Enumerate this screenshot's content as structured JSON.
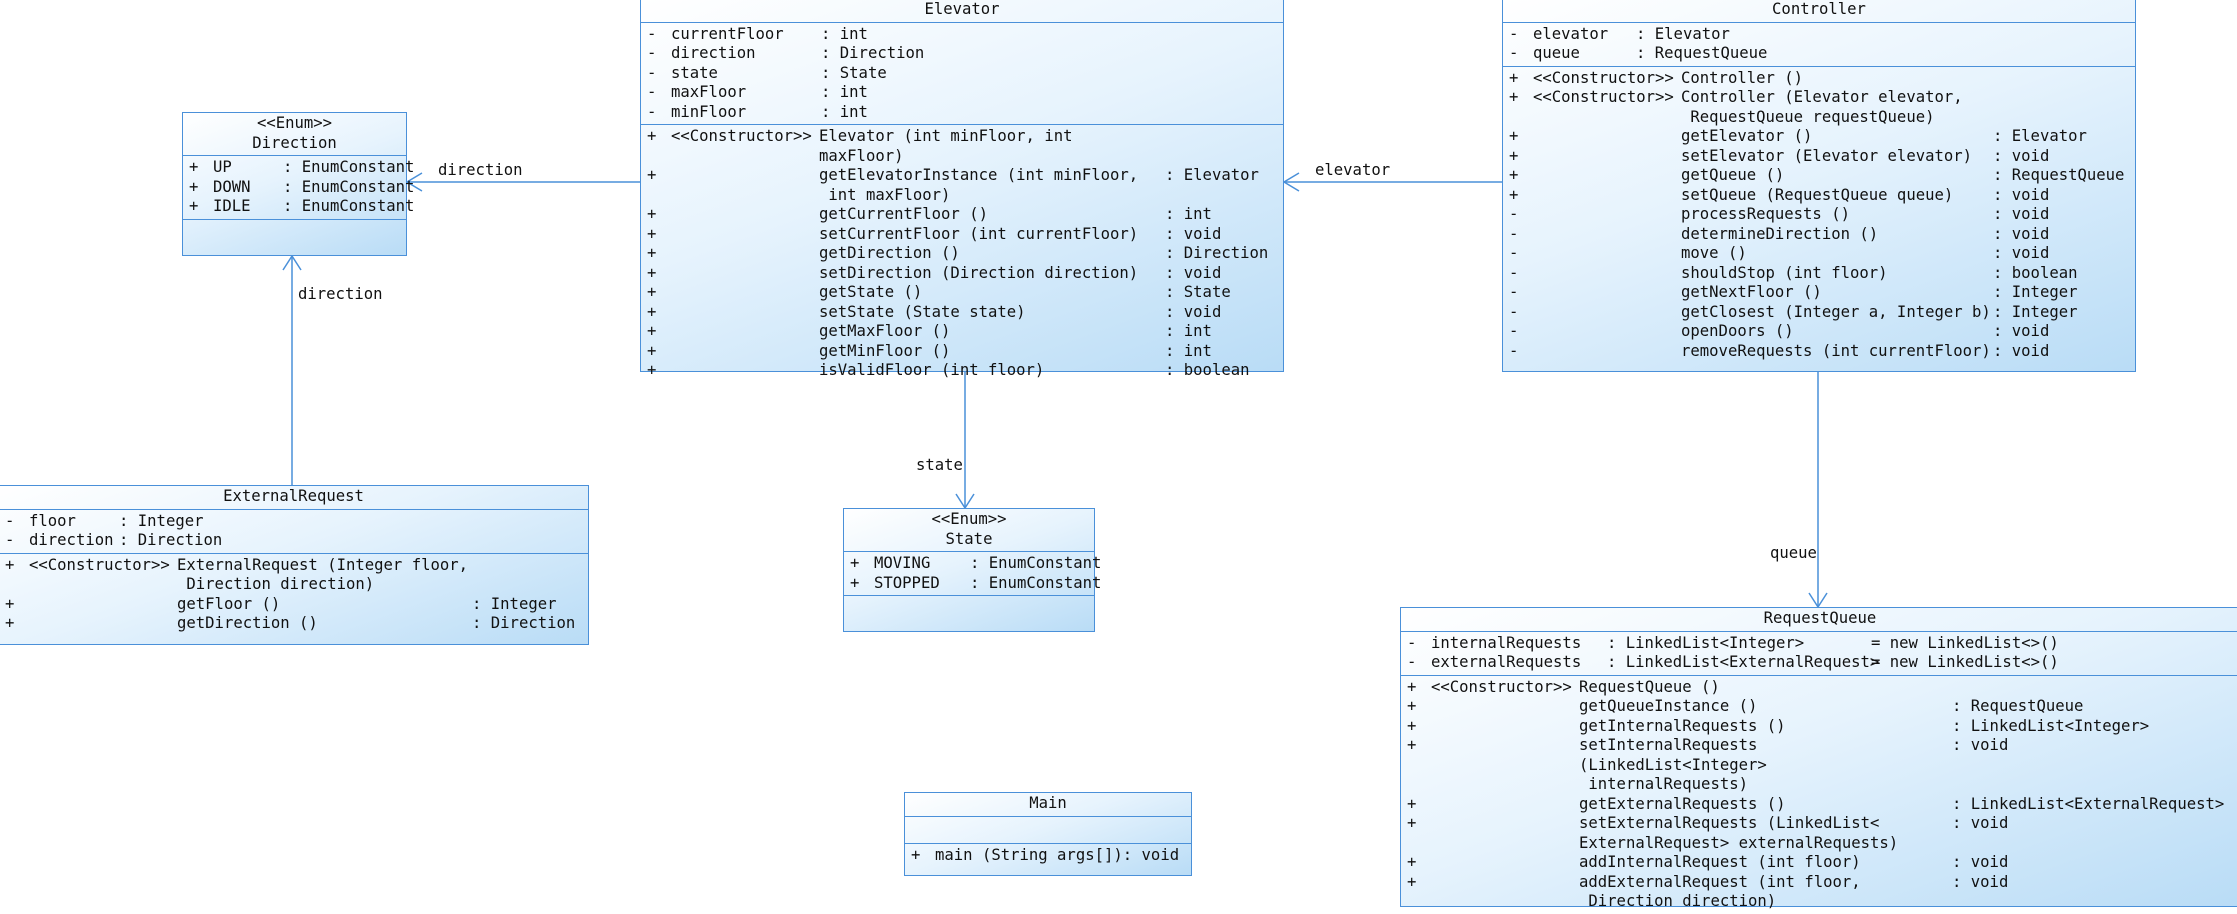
{
  "classes": {
    "elevator": {
      "name": "Elevator",
      "attributes": [
        {
          "vis": "-",
          "name": "currentFloor",
          "type": ": int"
        },
        {
          "vis": "-",
          "name": "direction",
          "type": ": Direction"
        },
        {
          "vis": "-",
          "name": "state",
          "type": ": State"
        },
        {
          "vis": "-",
          "name": "maxFloor",
          "type": ": int"
        },
        {
          "vis": "-",
          "name": "minFloor",
          "type": ": int"
        }
      ],
      "operations": [
        {
          "vis": "+",
          "st": "<<Constructor>>",
          "sig": "Elevator (int minFloor, int maxFloor)",
          "ret": ""
        },
        {
          "vis": "+",
          "st": "",
          "sig": "getElevatorInstance (int minFloor,\n int maxFloor)",
          "ret": ": Elevator"
        },
        {
          "vis": "+",
          "st": "",
          "sig": "getCurrentFloor ()",
          "ret": ": int"
        },
        {
          "vis": "+",
          "st": "",
          "sig": "setCurrentFloor (int currentFloor)",
          "ret": ": void"
        },
        {
          "vis": "+",
          "st": "",
          "sig": "getDirection ()",
          "ret": ": Direction"
        },
        {
          "vis": "+",
          "st": "",
          "sig": "setDirection (Direction direction)",
          "ret": ": void"
        },
        {
          "vis": "+",
          "st": "",
          "sig": "getState ()",
          "ret": ": State"
        },
        {
          "vis": "+",
          "st": "",
          "sig": "setState (State state)",
          "ret": ": void"
        },
        {
          "vis": "+",
          "st": "",
          "sig": "getMaxFloor ()",
          "ret": ": int"
        },
        {
          "vis": "+",
          "st": "",
          "sig": "getMinFloor ()",
          "ret": ": int"
        },
        {
          "vis": "+",
          "st": "",
          "sig": "isValidFloor (int floor)",
          "ret": ": boolean"
        }
      ]
    },
    "controller": {
      "name": "Controller",
      "attributes": [
        {
          "vis": "-",
          "name": "elevator",
          "type": ": Elevator"
        },
        {
          "vis": "-",
          "name": "queue",
          "type": ": RequestQueue"
        }
      ],
      "operations": [
        {
          "vis": "+",
          "st": "<<Constructor>>",
          "sig": "Controller ()",
          "ret": ""
        },
        {
          "vis": "+",
          "st": "<<Constructor>>",
          "sig": "Controller (Elevator elevator,\n RequestQueue requestQueue)",
          "ret": ""
        },
        {
          "vis": "+",
          "st": "",
          "sig": "getElevator ()",
          "ret": ": Elevator"
        },
        {
          "vis": "+",
          "st": "",
          "sig": "setElevator (Elevator elevator)",
          "ret": ": void"
        },
        {
          "vis": "+",
          "st": "",
          "sig": "getQueue ()",
          "ret": ": RequestQueue"
        },
        {
          "vis": "+",
          "st": "",
          "sig": "setQueue (RequestQueue queue)",
          "ret": ": void"
        },
        {
          "vis": "-",
          "st": "",
          "sig": "processRequests ()",
          "ret": ": void"
        },
        {
          "vis": "-",
          "st": "",
          "sig": "determineDirection ()",
          "ret": ": void"
        },
        {
          "vis": "-",
          "st": "",
          "sig": "move ()",
          "ret": ": void"
        },
        {
          "vis": "-",
          "st": "",
          "sig": "shouldStop (int floor)",
          "ret": ": boolean"
        },
        {
          "vis": "-",
          "st": "",
          "sig": "getNextFloor ()",
          "ret": ": Integer"
        },
        {
          "vis": "-",
          "st": "",
          "sig": "getClosest (Integer a, Integer b)",
          "ret": ": Integer"
        },
        {
          "vis": "-",
          "st": "",
          "sig": "openDoors ()",
          "ret": ": void"
        },
        {
          "vis": "-",
          "st": "",
          "sig": "removeRequests (int currentFloor)",
          "ret": ": void"
        }
      ]
    },
    "direction": {
      "stereotype": "<<Enum>>",
      "name": "Direction",
      "attributes": [
        {
          "vis": "+",
          "name": "UP",
          "type": ": EnumConstant"
        },
        {
          "vis": "+",
          "name": "DOWN",
          "type": ": EnumConstant"
        },
        {
          "vis": "+",
          "name": "IDLE",
          "type": ": EnumConstant"
        }
      ],
      "operations": []
    },
    "state": {
      "stereotype": "<<Enum>>",
      "name": "State",
      "attributes": [
        {
          "vis": "+",
          "name": "MOVING",
          "type": ": EnumConstant"
        },
        {
          "vis": "+",
          "name": "STOPPED",
          "type": ": EnumConstant"
        }
      ],
      "operations": []
    },
    "external_request": {
      "name": "ExternalRequest",
      "attributes": [
        {
          "vis": "-",
          "name": "floor",
          "type": ": Integer"
        },
        {
          "vis": "-",
          "name": "direction",
          "type": ": Direction"
        }
      ],
      "operations": [
        {
          "vis": "+",
          "st": "<<Constructor>>",
          "sig": "ExternalRequest (Integer floor,\n Direction direction)",
          "ret": ""
        },
        {
          "vis": "+",
          "st": "",
          "sig": "getFloor ()",
          "ret": ": Integer"
        },
        {
          "vis": "+",
          "st": "",
          "sig": "getDirection ()",
          "ret": ": Direction"
        }
      ]
    },
    "main": {
      "name": "Main",
      "attributes": [],
      "operations": [
        {
          "vis": "+",
          "st": "",
          "sig": "main (String args[])",
          "ret": ": void"
        }
      ]
    },
    "request_queue": {
      "name": "RequestQueue",
      "attributes": [
        {
          "vis": "-",
          "name": "internalRequests",
          "type": ": LinkedList<Integer>",
          "init": "= new LinkedList<>()"
        },
        {
          "vis": "-",
          "name": "externalRequests",
          "type": ": LinkedList<ExternalRequest>",
          "init": "= new LinkedList<>()"
        }
      ],
      "operations": [
        {
          "vis": "+",
          "st": "<<Constructor>>",
          "sig": "RequestQueue ()",
          "ret": ""
        },
        {
          "vis": "+",
          "st": "",
          "sig": "getQueueInstance ()",
          "ret": ": RequestQueue"
        },
        {
          "vis": "+",
          "st": "",
          "sig": "getInternalRequests ()",
          "ret": ": LinkedList<Integer>"
        },
        {
          "vis": "+",
          "st": "",
          "sig": "setInternalRequests (LinkedList<Integer>\n internalRequests)",
          "ret": ": void"
        },
        {
          "vis": "+",
          "st": "",
          "sig": "getExternalRequests ()",
          "ret": ": LinkedList<ExternalRequest>"
        },
        {
          "vis": "+",
          "st": "",
          "sig": "setExternalRequests (LinkedList<\nExternalRequest> externalRequests)",
          "ret": ": void"
        },
        {
          "vis": "+",
          "st": "",
          "sig": "addInternalRequest (int floor)",
          "ret": ": void"
        },
        {
          "vis": "+",
          "st": "",
          "sig": "addExternalRequest (int floor,\n Direction direction)",
          "ret": ": void"
        }
      ]
    }
  },
  "associations": [
    {
      "id": "elevator-direction",
      "label": "direction"
    },
    {
      "id": "controller-elevator",
      "label": "elevator"
    },
    {
      "id": "elevator-state",
      "label": "state"
    },
    {
      "id": "extreq-direction",
      "label": "direction"
    },
    {
      "id": "controller-queue",
      "label": "queue"
    }
  ],
  "colors": {
    "border": "#4a90d9",
    "fill_top": "#ffffff",
    "fill_bottom": "#b9dcf6",
    "line": "#4a90d9"
  }
}
